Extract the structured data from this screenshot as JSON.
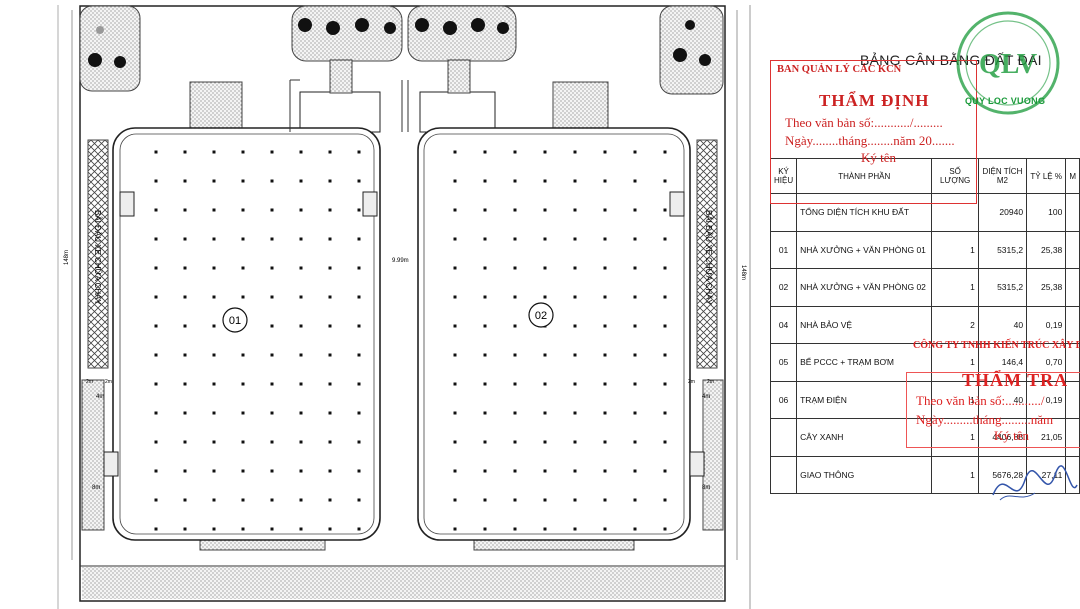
{
  "plan": {
    "building_01_label": "01",
    "building_02_label": "02",
    "left_parking_label": "BÃI ĐẬU XE CHỮA CHÁY",
    "right_parking_label": "BÃI ĐẬU XE CHỮA CHÁY",
    "left_dimension": "148m",
    "right_dimension": "148m",
    "gap_dimension": "9.99m",
    "dim_4m_left": "4m",
    "dim_4m_right": "4m",
    "dim_8m_left": "8m",
    "dim_8m_right": "8m",
    "dim_2m_1": "2m",
    "dim_2m_2": "2m",
    "dim_2m_3": "2m",
    "dim_2m_4": "2m"
  },
  "table": {
    "title": "BẢNG CÂN BẰNG ĐẤT ĐAI",
    "headers": [
      "KÝ HIỆU",
      "THÀNH PHẦN",
      "SỐ LƯỢNG",
      "DIỆN TÍCH M2",
      "TỶ LỆ %",
      "M"
    ],
    "rows": [
      {
        "code": "",
        "name": "TỔNG DIỆN TÍCH KHU ĐẤT",
        "qty": "",
        "area": "20940",
        "ratio": "100"
      },
      {
        "code": "01",
        "name": "NHÀ XƯỞNG + VĂN PHÒNG 01",
        "qty": "1",
        "area": "5315,2",
        "ratio": "25,38"
      },
      {
        "code": "02",
        "name": "NHÀ XƯỞNG + VĂN PHÒNG 02",
        "qty": "1",
        "area": "5315,2",
        "ratio": "25,38"
      },
      {
        "code": "04",
        "name": "NHÀ BẢO VỆ",
        "qty": "2",
        "area": "40",
        "ratio": "0,19"
      },
      {
        "code": "05",
        "name": "BỂ PCCC + TRẠM BƠM",
        "qty": "1",
        "area": "146,4",
        "ratio": "0,70"
      },
      {
        "code": "06",
        "name": "TRẠM ĐIỆN",
        "qty": "1",
        "area": "40",
        "ratio": "0,19"
      },
      {
        "code": "",
        "name": "CÂY XANH",
        "qty": "1",
        "area": "4406,88",
        "ratio": "21,05"
      },
      {
        "code": "",
        "name": "GIAO THÔNG",
        "qty": "1",
        "area": "5676,28",
        "ratio": "27,11"
      }
    ]
  },
  "stamp_appraisal": {
    "org": "BAN QUẢN LÝ CÁC KCN",
    "title": "THẨM ĐỊNH",
    "line1": "Theo văn bản số:.........../.........",
    "line2": "Ngày........tháng........năm 20.......",
    "line3": "Ký tên"
  },
  "stamp_review": {
    "org": "CÔNG TY TNHH KIẾN TRÚC XÂY DỰNG",
    "title": "THẨM TRA",
    "line1": "Theo văn bản số:.........../",
    "line2": "Ngày.........tháng.........năm",
    "line3": "Ký tên"
  },
  "logo": {
    "mark": "QLV",
    "text": "QUY LOC VUONG"
  },
  "colors": {
    "stamp_red": "#cc2222",
    "logo_green": "#1a9a3a"
  }
}
